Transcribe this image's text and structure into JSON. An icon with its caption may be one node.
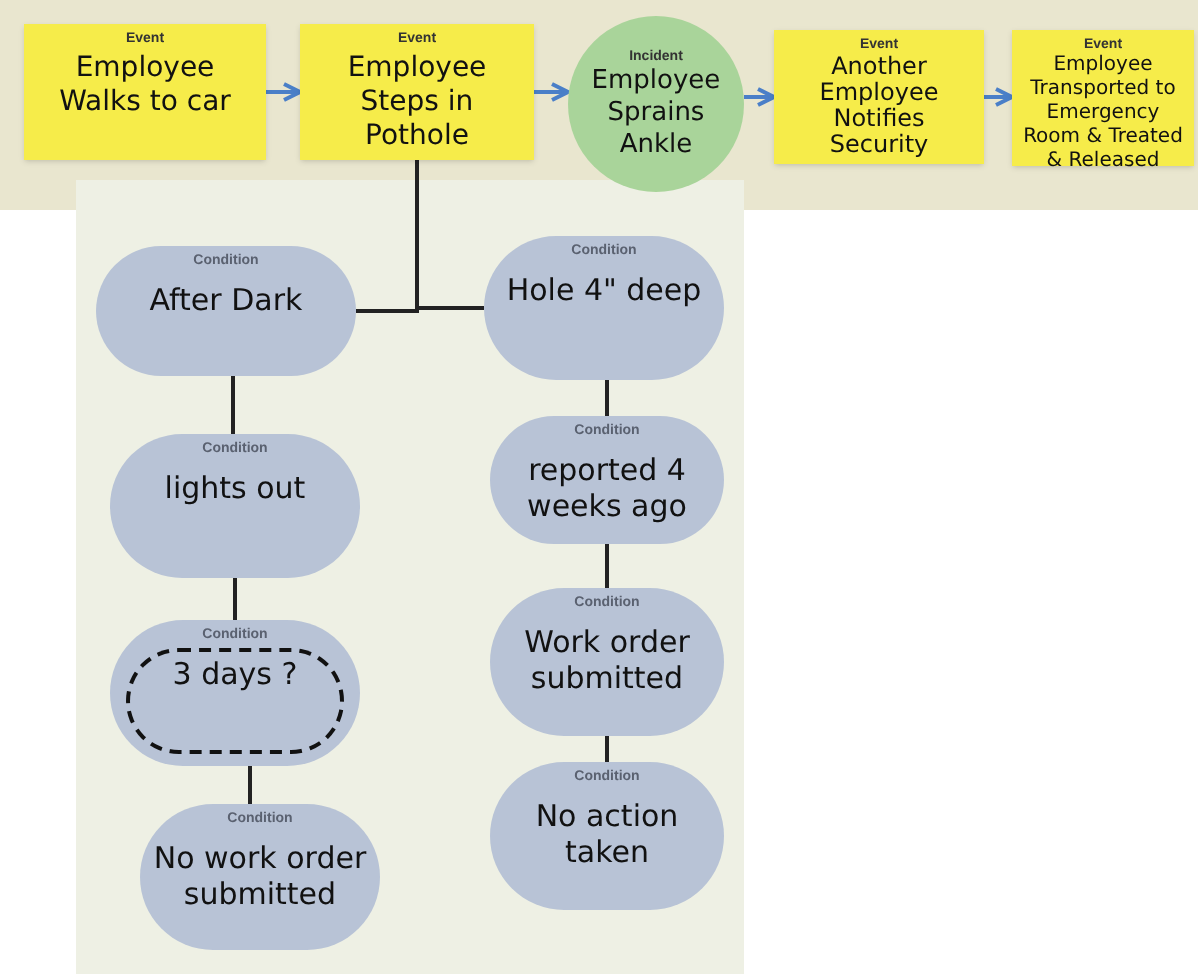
{
  "diagram": {
    "nodes": [
      {
        "text": [
          "Event",
          "Employee Walks to car"
        ]
      },
      {
        "text": [
          "Event",
          "Employee Steps in Pothole"
        ]
      },
      {
        "text": [
          "Incident",
          "Employee Sprains Ankle"
        ]
      },
      {
        "text": [
          "Event",
          "Another Employee Notifies Security"
        ]
      },
      {
        "text": [
          "Event",
          "Employee Transported to Emergency Room & Treated & Released"
        ]
      },
      {
        "text": [
          "Condition",
          "After Dark"
        ]
      },
      {
        "text": [
          "Condition",
          "lights out"
        ]
      },
      {
        "text": [
          "Condition",
          "3 days ?"
        ]
      },
      {
        "text": [
          "Condition",
          "No work order submitted"
        ]
      },
      {
        "text": [
          "Condition",
          "Hole 4\" deep"
        ]
      },
      {
        "text": [
          "Condition",
          "reported 4 weeks ago"
        ]
      },
      {
        "text": [
          "Condition",
          "Work order submitted"
        ]
      },
      {
        "text": [
          "Condition",
          "No action taken"
        ]
      }
    ],
    "edges": [
      {
        "from": 0,
        "to": 1,
        "arrow": "to",
        "color": "#4a7fc8"
      },
      {
        "from": 1,
        "to": 2,
        "arrow": "to",
        "color": "#4a7fc8"
      },
      {
        "from": 2,
        "to": 3,
        "arrow": "to",
        "color": "#4a7fc8"
      },
      {
        "from": 3,
        "to": 4,
        "arrow": "to",
        "color": "#4a7fc8"
      },
      {
        "from": 1,
        "to": 5,
        "arrow": "none"
      },
      {
        "from": 1,
        "to": 9,
        "arrow": "none"
      },
      {
        "from": 5,
        "to": 6,
        "arrow": "none"
      },
      {
        "from": 6,
        "to": 7,
        "arrow": "none"
      },
      {
        "from": 7,
        "to": 8,
        "arrow": "none"
      },
      {
        "from": 9,
        "to": 10,
        "arrow": "none"
      },
      {
        "from": 10,
        "to": 11,
        "arrow": "none"
      },
      {
        "from": 11,
        "to": 12,
        "arrow": "none"
      }
    ]
  }
}
